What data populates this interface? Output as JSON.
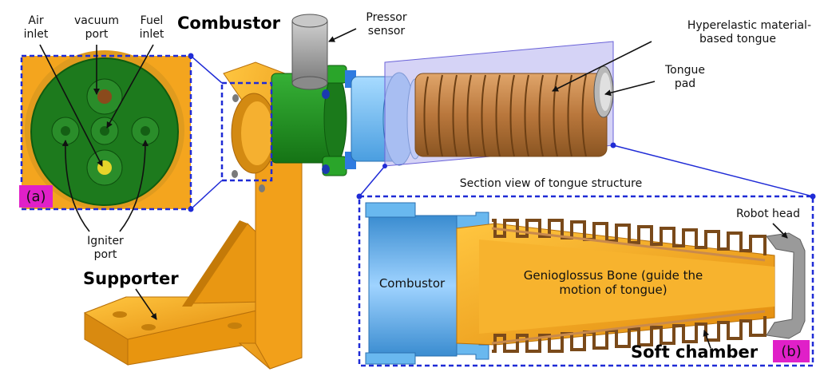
{
  "labels": {
    "air_inlet": [
      "Air",
      "inlet"
    ],
    "vacuum_port": [
      "vacuum",
      "port"
    ],
    "fuel_inlet": [
      "Fuel",
      "inlet"
    ],
    "combustor_title": "Combustor",
    "pressor_sensor": [
      "Pressor",
      "sensor"
    ],
    "tongue": [
      "Hyperelastic material-",
      "based tongue"
    ],
    "tongue_pad": [
      "Tongue",
      "pad"
    ],
    "igniter_port": [
      "Igniter",
      "port"
    ],
    "supporter": "Supporter",
    "section_view": "Section view of tongue structure",
    "robot_head": "Robot head",
    "combustor_inner": "Combustor",
    "genioglossus": [
      "Genioglossus Bone (guide the",
      "motion of tongue)"
    ],
    "soft_chamber": "Soft chamber",
    "panel_a": "(a)",
    "panel_b": "(b)"
  },
  "colors": {
    "frame_blue": "#1f2bd6",
    "tag_magenta": "#e020c8",
    "supporter_orange": "#f4a51e",
    "combustor_green": "#1f8a1f",
    "tongue_copper": "#c98a4c",
    "section_orange": "#f7b32e",
    "combustor_blue": "#69b8ef",
    "head_gray": "#9a9a9a",
    "plane_lavender": "#b9b6f0"
  }
}
